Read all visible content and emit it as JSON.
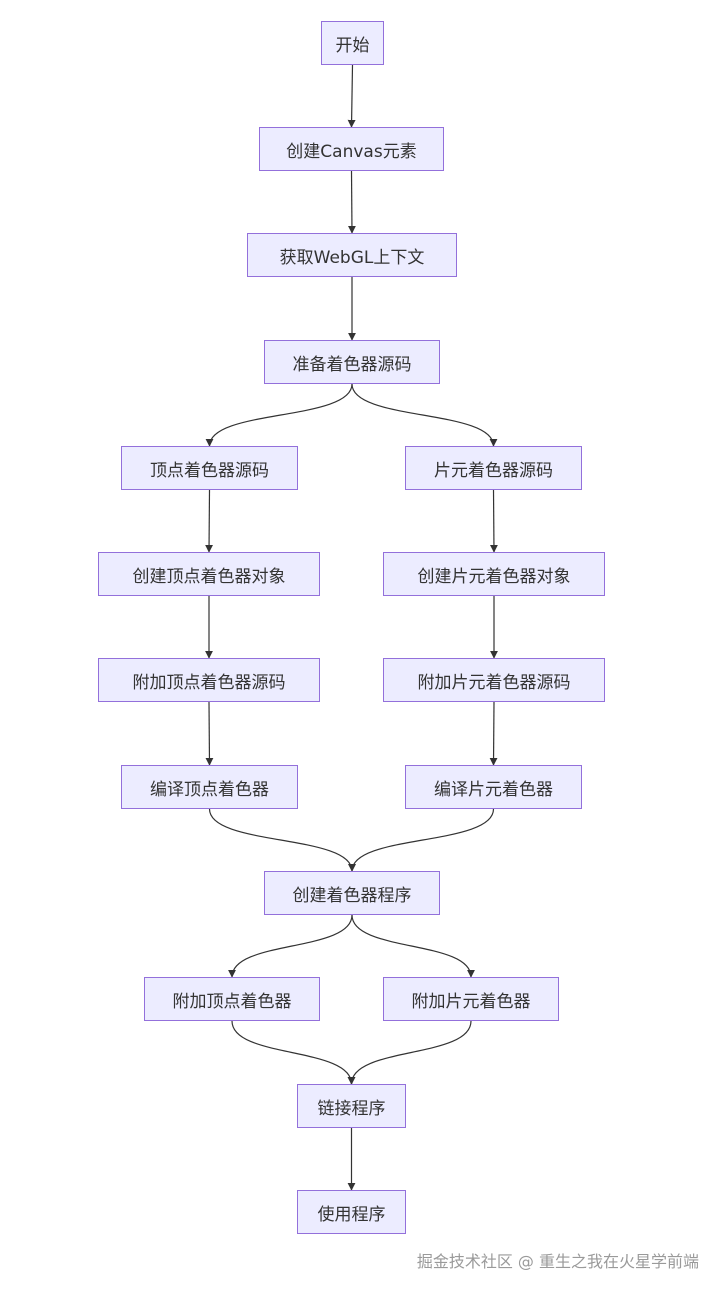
{
  "nodes": {
    "start": "开始",
    "create_canvas": "创建Canvas元素",
    "get_context": "获取WebGL上下文",
    "prepare_source": "准备着色器源码",
    "vertex_source": "顶点着色器源码",
    "fragment_source": "片元着色器源码",
    "create_vertex_shader": "创建顶点着色器对象",
    "create_fragment_shader": "创建片元着色器对象",
    "attach_vertex_source": "附加顶点着色器源码",
    "attach_fragment_source": "附加片元着色器源码",
    "compile_vertex": "编译顶点着色器",
    "compile_fragment": "编译片元着色器",
    "create_program": "创建着色器程序",
    "attach_vertex_shader": "附加顶点着色器",
    "attach_fragment_shader": "附加片元着色器",
    "link_program": "链接程序",
    "use_program": "使用程序"
  },
  "edges": [
    [
      "start",
      "create_canvas"
    ],
    [
      "create_canvas",
      "get_context"
    ],
    [
      "get_context",
      "prepare_source"
    ],
    [
      "prepare_source",
      "vertex_source"
    ],
    [
      "prepare_source",
      "fragment_source"
    ],
    [
      "vertex_source",
      "create_vertex_shader"
    ],
    [
      "fragment_source",
      "create_fragment_shader"
    ],
    [
      "create_vertex_shader",
      "attach_vertex_source"
    ],
    [
      "create_fragment_shader",
      "attach_fragment_source"
    ],
    [
      "attach_vertex_source",
      "compile_vertex"
    ],
    [
      "attach_fragment_source",
      "compile_fragment"
    ],
    [
      "compile_vertex",
      "create_program"
    ],
    [
      "compile_fragment",
      "create_program"
    ],
    [
      "create_program",
      "attach_vertex_shader"
    ],
    [
      "create_program",
      "attach_fragment_shader"
    ],
    [
      "attach_vertex_shader",
      "link_program"
    ],
    [
      "attach_fragment_shader",
      "link_program"
    ],
    [
      "link_program",
      "use_program"
    ]
  ],
  "colors": {
    "node_fill": "#ECECFF",
    "node_border": "#9370DB",
    "edge": "#333333",
    "text": "#333333"
  },
  "watermark": "掘金技术社区 @ 重生之我在火星学前端"
}
